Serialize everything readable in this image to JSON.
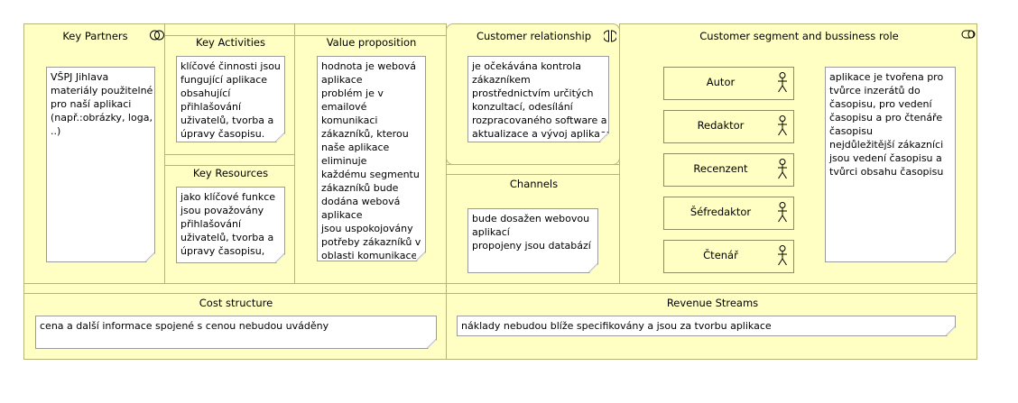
{
  "sections": {
    "key_partners": {
      "title": "Key Partners",
      "note": [
        "VŠPJ Jihlava",
        "materiály použitelné",
        "pro naší aplikaci",
        "(např.:obrázky, loga,",
        "..)"
      ]
    },
    "key_activities": {
      "title": "Key Activities",
      "note": [
        "klíčové činnosti jsou",
        "fungující aplikace",
        "obsahující",
        "přihlašování",
        "uživatelů, tvorba a",
        "úpravy časopisu."
      ]
    },
    "key_resources": {
      "title": "Key Resources",
      "note": [
        "jako klíčové funkce",
        "jsou považovány",
        "přihlašování",
        "uživatelů, tvorba a",
        "úpravy časopisu,"
      ]
    },
    "value_proposition": {
      "title": "Value proposition",
      "note": [
        "hodnota je webová",
        "aplikace",
        "problém je v",
        "emailové",
        "komunikaci",
        "zákazníků, kterou",
        "naše aplikace",
        "eliminuje",
        "každému segmentu",
        "zákazníků bude",
        "dodána webová",
        "aplikace",
        "jsou uspokojovány",
        "potřeby zákazníků v",
        "oblasti komunikace"
      ]
    },
    "customer_relationship": {
      "title": "Customer relationship",
      "note": [
        "je očekávána kontrola",
        "zákazníkem",
        "prostřednictvím určitých",
        "konzultací, odesílání",
        "rozpracovaného software a",
        "aktualizace a vývoj aplikace"
      ]
    },
    "channels": {
      "title": "Channels",
      "note": [
        "bude dosažen webovou",
        "aplikací",
        "propojeny jsou databází"
      ]
    },
    "customer_segment": {
      "title": "Customer segment and bussiness role",
      "actors": [
        "Autor",
        "Redaktor",
        "Recenzent",
        "Šéfredaktor",
        "Čtenář"
      ],
      "note": [
        "aplikace je tvořena pro",
        "tvůrce inzerátů do",
        "časopisu, pro vedení",
        "časopisu a pro čtenáře",
        "časopisu",
        "nejdůležitější zákazníci",
        "jsou vedení časopisu a",
        "tvůrci obsahu časopisu"
      ]
    },
    "cost_structure": {
      "title": "Cost structure",
      "note": [
        "cena a další informace spojené s cenou nebudou uváděny"
      ]
    },
    "revenue_streams": {
      "title": "Revenue Streams",
      "note": [
        "náklady nebudou blíže specifikovány a jsou za tvorbu aplikace"
      ]
    }
  },
  "colors": {
    "fill": "#ffffc4",
    "border": "#b7b47a",
    "note_bg": "#ffffff"
  },
  "icons": [
    "collaboration-icon",
    "interaction-icon",
    "role-icon",
    "actor-icon"
  ]
}
